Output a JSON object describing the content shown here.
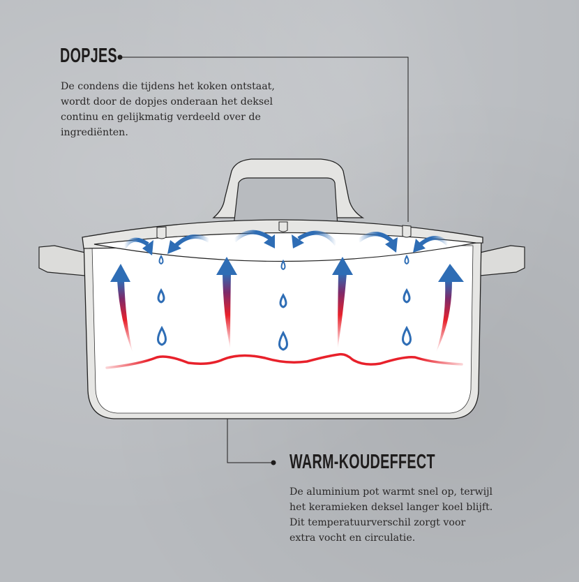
{
  "dopjes": {
    "title": "DOPJES",
    "lines": [
      "De condens die tijdens het koken ontstaat,",
      "wordt door de dopjes onderaan het deksel",
      "continu en gelijkmatig verdeeld over de",
      "ingrediënten."
    ]
  },
  "warm_koud": {
    "title": "WARM-KOUDEFFECT",
    "lines": [
      "De aluminium pot warmt snel op, terwijl",
      "het keramieken deksel langer koel blijft.",
      "Dit temperatuurverschil zorgt voor",
      "extra vocht en circulatie."
    ]
  },
  "colors": {
    "background": "#b8bbbf",
    "arrow_blue": "#2e6db5",
    "heat_red": "#e8212b",
    "pot_fill": "#ffffff",
    "rim_gray": "#e6e6e4"
  }
}
